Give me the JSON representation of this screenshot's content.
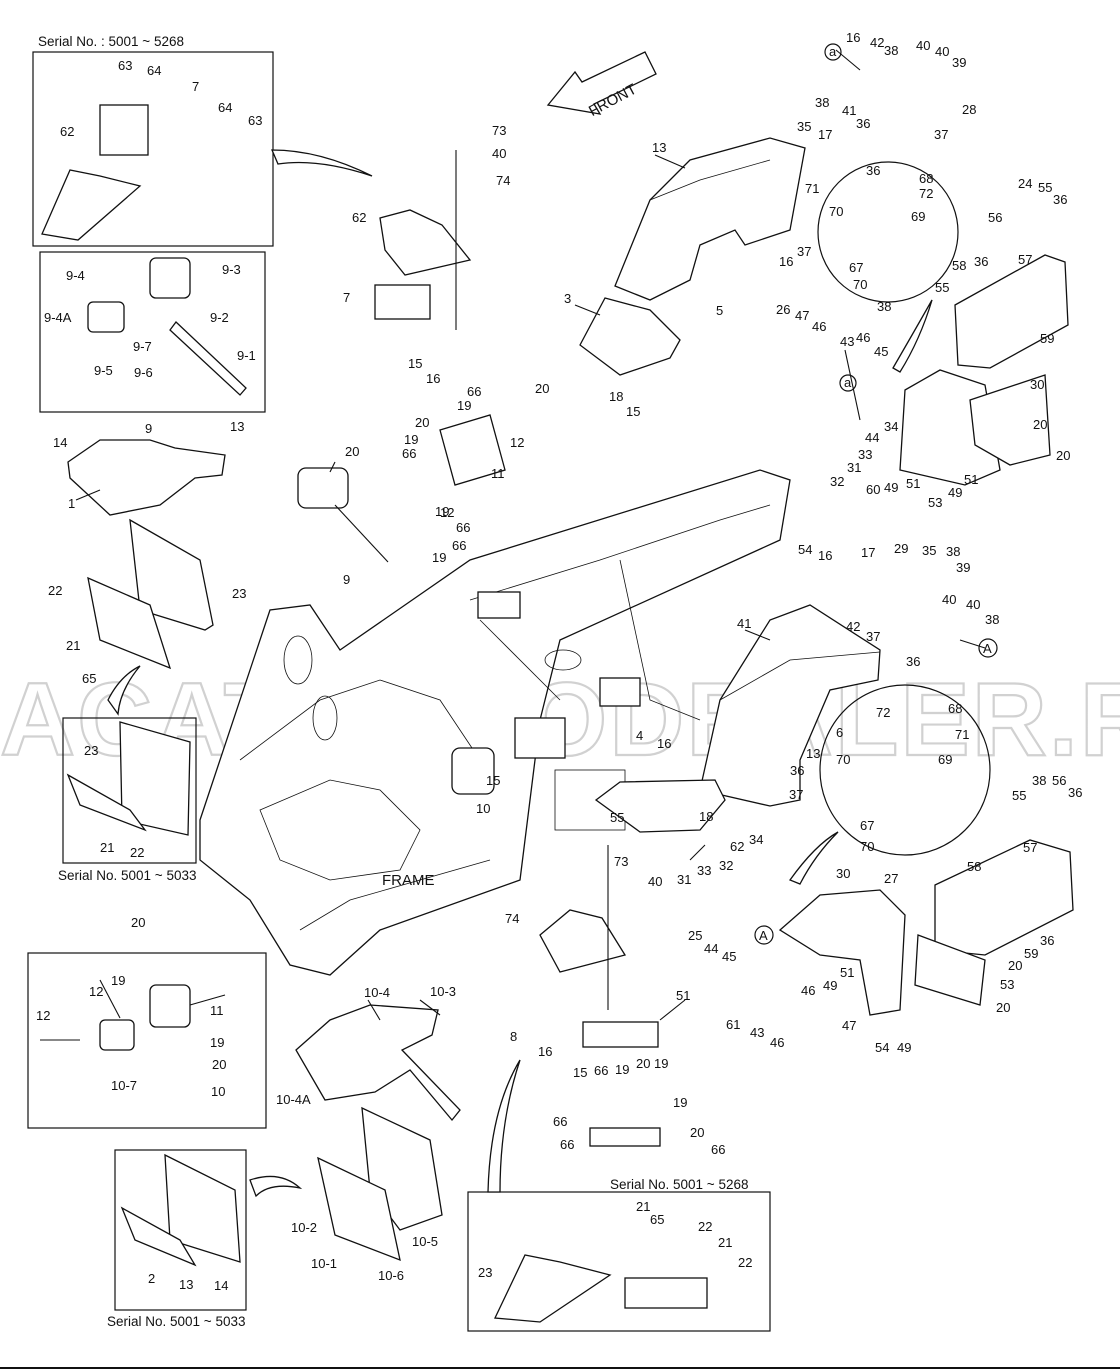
{
  "captions": {
    "serial_top_left": "Serial No. : 5001 ~ 5268",
    "serial_mid_left": "Serial No. 5001 ~ 5033",
    "serial_bottom_left": "Serial No. 5001 ~ 5033",
    "serial_bottom_center": "Serial No. 5001 ~ 5268",
    "front_arrow": "FRONT",
    "frame_label": "FRAME"
  },
  "watermark": "ACAT.AUTODEALER.RU",
  "circle_refs": {
    "a": "a",
    "A": "A"
  },
  "labels": [
    "63",
    "64",
    "7",
    "64",
    "63",
    "62",
    "9-3",
    "9-4",
    "9-2",
    "9-4A",
    "9-7",
    "9-1",
    "9-6",
    "9-5",
    "9",
    "14",
    "13",
    "1",
    "22",
    "23",
    "21",
    "65",
    "23",
    "21",
    "22",
    "73",
    "40",
    "74",
    "62",
    "7",
    "15",
    "16",
    "66",
    "20",
    "19",
    "12",
    "19",
    "66",
    "20",
    "11",
    "19",
    "66",
    "12",
    "66",
    "19",
    "20",
    "9",
    "13",
    "3",
    "5",
    "18",
    "15",
    "16",
    "42",
    "38",
    "40",
    "40",
    "39",
    "38",
    "41",
    "36",
    "37",
    "28",
    "35",
    "17",
    "16",
    "37",
    "36",
    "68",
    "71",
    "72",
    "70",
    "69",
    "67",
    "70",
    "38",
    "24",
    "55",
    "36",
    "56",
    "57",
    "58",
    "36",
    "55",
    "59",
    "26",
    "47",
    "46",
    "43",
    "46",
    "45",
    "44",
    "34",
    "33",
    "31",
    "32",
    "30",
    "20",
    "20",
    "60",
    "49",
    "51",
    "53",
    "49",
    "51",
    "54",
    "16",
    "17",
    "29",
    "35",
    "38",
    "39",
    "40",
    "40",
    "38",
    "42",
    "37",
    "36",
    "41",
    "4",
    "16",
    "15",
    "10",
    "13",
    "36",
    "37",
    "18",
    "6",
    "72",
    "68",
    "71",
    "70",
    "69",
    "67",
    "70",
    "38",
    "56",
    "36",
    "55",
    "57",
    "58",
    "27",
    "20",
    "59",
    "36",
    "55",
    "73",
    "40",
    "74",
    "62",
    "34",
    "33",
    "32",
    "31",
    "30",
    "25",
    "44",
    "45",
    "46",
    "49",
    "51",
    "53",
    "20",
    "61",
    "43",
    "46",
    "47",
    "54",
    "49",
    "51",
    "8",
    "16",
    "15",
    "66",
    "19",
    "20",
    "19",
    "66",
    "66",
    "19",
    "20",
    "66",
    "20",
    "19",
    "12",
    "11",
    "12",
    "19",
    "20",
    "10",
    "10-7",
    "10-4",
    "10-3",
    "10-4A",
    "10-2",
    "10-1",
    "10-6",
    "10-5",
    "2",
    "13",
    "14",
    "21",
    "65",
    "22",
    "23",
    "21",
    "22",
    "23",
    "63",
    "64",
    "8",
    "62",
    "64",
    "63"
  ]
}
